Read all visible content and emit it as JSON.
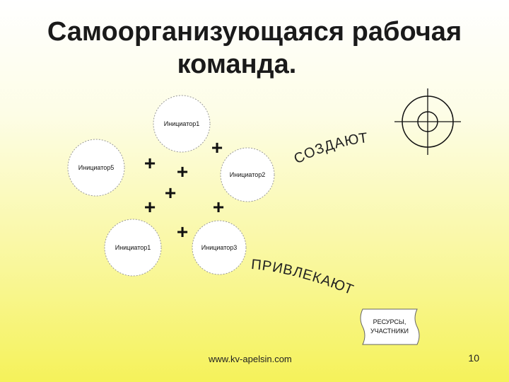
{
  "title": {
    "line1": "Самоорганизующаяся рабочая",
    "line2": "команда."
  },
  "nodes": [
    {
      "id": "top",
      "label": "Инициатор1"
    },
    {
      "id": "left",
      "label": "Инициатор5"
    },
    {
      "id": "right",
      "label": "Инициатор2"
    },
    {
      "id": "bottom-left",
      "label": "Инициатор1"
    },
    {
      "id": "bottom-right",
      "label": "Инициатор3"
    }
  ],
  "plus_symbol": "+",
  "verbs": {
    "create": "СОЗДАЮТ",
    "attract": "ПРИВЛЕКАЮТ"
  },
  "resources_box": {
    "line1": "РЕСУРСЫ,",
    "line2": "УЧАСТНИКИ"
  },
  "target_icon": "crosshair-target-icon",
  "footer": {
    "url": "www.kv-apelsin.com",
    "page_number": "10"
  }
}
